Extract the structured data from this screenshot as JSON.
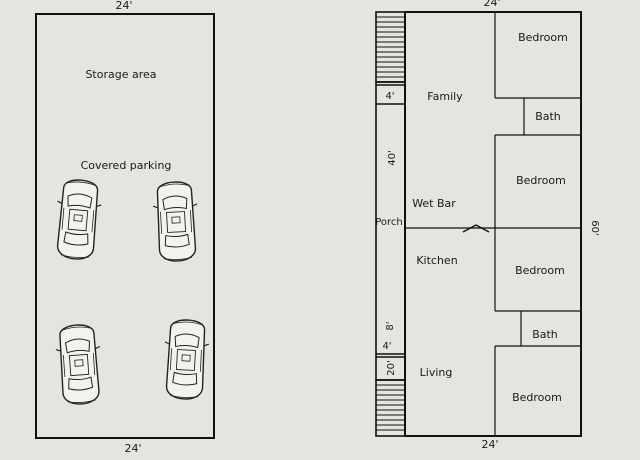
{
  "left_plan": {
    "top_dim": "24'",
    "bottom_dim": "24'",
    "storage_label": "Storage area",
    "parking_label": "Covered parking"
  },
  "right_plan": {
    "top_dim": "24'",
    "bottom_dim": "24'",
    "side_dim": "60'",
    "porch_label": "Porch",
    "porch_dims": [
      "4'",
      "40'",
      "8'",
      "4'",
      "20'"
    ],
    "rooms": {
      "family": "Family",
      "wet_bar": "Wet Bar",
      "kitchen": "Kitchen",
      "living": "Living",
      "bedroom_1": "Bedroom",
      "bath_1": "Bath",
      "bedroom_2": "Bedroom",
      "bedroom_3": "Bedroom",
      "bath_2": "Bath",
      "bedroom_4": "Bedroom"
    }
  },
  "colors": {
    "background": "#e4e5e1",
    "line": "#111111",
    "text": "#1a1a1a"
  }
}
